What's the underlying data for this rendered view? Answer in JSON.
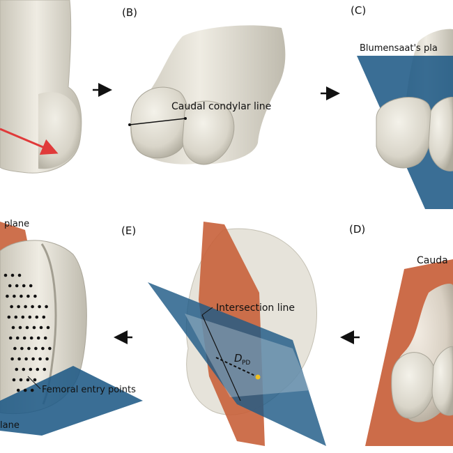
{
  "panels": {
    "B": {
      "label": "(B)",
      "annotation": "Caudal condylar line"
    },
    "C": {
      "label": "(C)",
      "annotation": "Blumensaat's pla"
    },
    "D": {
      "label": "(D)",
      "annotation": "Cauda"
    },
    "E": {
      "label": "(E)",
      "annotation": "Intersection line",
      "distance_symbol": "D",
      "distance_subscript": "PD"
    },
    "F": {
      "label_top": "plane",
      "label_bottom": "lane",
      "annotation": "Femoral entry points"
    }
  },
  "colors": {
    "bone": "#e4e1d6",
    "bone_shadow": "#bdb9ac",
    "orange_plane": "#c8603a",
    "blue_plane": "#1f5a86",
    "arrow": "#111111",
    "red_axis": "#e03a3a",
    "point_marker": "#f0c020"
  },
  "arrows": [
    {
      "name": "arrow-a-to-b",
      "direction": "right"
    },
    {
      "name": "arrow-b-to-c",
      "direction": "right"
    },
    {
      "name": "arrow-d-to-e",
      "direction": "left"
    },
    {
      "name": "arrow-e-to-f",
      "direction": "left"
    }
  ]
}
